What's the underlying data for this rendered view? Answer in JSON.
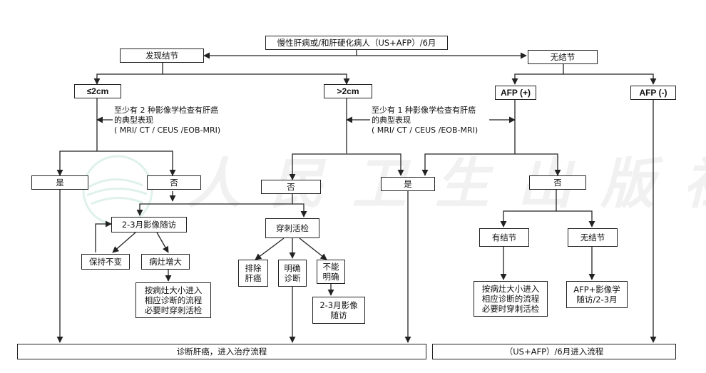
{
  "colors": {
    "line": "#222222",
    "watermark": "#9a9a9a",
    "logo": "#7fc8b0"
  },
  "watermark_text": "人民卫生出版社",
  "nodes": {
    "top": "慢性肝病或/和肝硬化病人（US+AFP）/6月",
    "found": "发现结节",
    "no_nodule": "无结节",
    "le2": "≤2cm",
    "gt2": ">2cm",
    "afp_pos": "AFP (+)",
    "afp_neg": "AFP (-)",
    "note_two": "至少有 2 种影像学检查有肝癌\n的典型表现\n( MRI/ CT / CEUS /EOB-MRI)",
    "note_one": "至少有 1 种影像学检查有肝癌\n的典型表现\n( MRI/ CT / CEUS /EOB-MRI)",
    "yes_left": "是",
    "no_left": "否",
    "no_mid": "否",
    "yes_mid": "是",
    "no_right": "否",
    "followup": "2-3月影像随访",
    "biopsy": "穿刺活检",
    "keep": "保持不变",
    "enlarge": "病灶增大",
    "proceed_left": "按病灶大小进入\n相应诊断的流程\n必要时穿刺活检",
    "exclude": "排除\n肝癌",
    "confirm": "明确\n诊断",
    "unclear": "不能\n明确",
    "followup2": "2-3月影像\n随访",
    "has_nodule": "有结节",
    "no_nodule2": "无结节",
    "proceed_right": "按病灶大小进入\n相应诊断的流程\n必要时穿刺活检",
    "afp_followup": "AFP+影像学\n随访/2-3月",
    "final_left": "诊断肝癌，进入治疗流程",
    "final_right": "（US+AFP）/6月进入流程"
  }
}
